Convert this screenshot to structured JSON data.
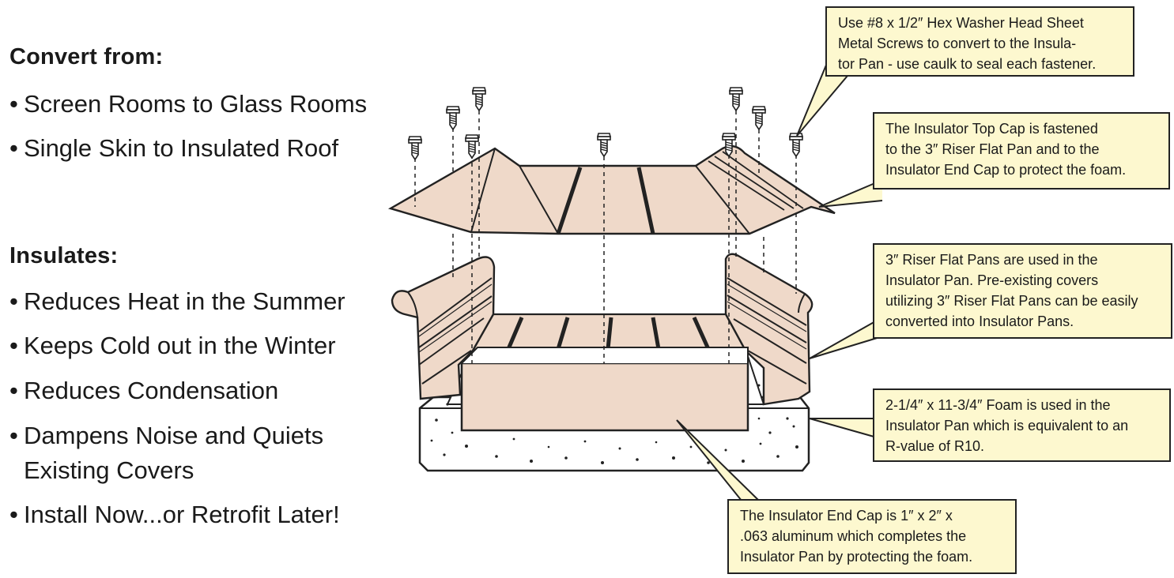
{
  "convert": {
    "heading": "Convert from:",
    "items": [
      "Screen Rooms to Glass Rooms",
      "Single Skin to Insulated Roof"
    ]
  },
  "insulates": {
    "heading": "Insulates:",
    "items": [
      "Reduces Heat in the Summer",
      "Keeps Cold out in the Winter",
      "Reduces Condensation",
      "Dampens Noise and Quiets",
      "Existing Covers",
      "Install Now...or Retrofit Later!"
    ]
  },
  "callouts": {
    "screws": "Use #8 x 1/2″ Hex Washer Head Sheet\nMetal Screws to convert to the Insula-\ntor Pan - use caulk to seal each fastener.",
    "top_cap": "The Insulator Top Cap is fastened\nto the 3″ Riser Flat Pan and to the\nInsulator End Cap to protect the foam.",
    "riser": "3″ Riser Flat Pans are used in the\nInsulator Pan.  Pre-existing covers\nutilizing 3″ Riser Flat Pans can be easily\nconverted into Insulator Pans.",
    "foam": "2-1/4″ x 11-3/4″ Foam is used in the\nInsulator Pan which is equivalent to an\nR-value of R10.",
    "end_cap": "The Insulator End Cap is 1″ x 2″ x\n.063 aluminum which completes the\nInsulator Pan by protecting the foam."
  },
  "colors": {
    "metal": "#efd9c9",
    "callout_fill": "#fdf8cf",
    "outline": "#222222"
  }
}
